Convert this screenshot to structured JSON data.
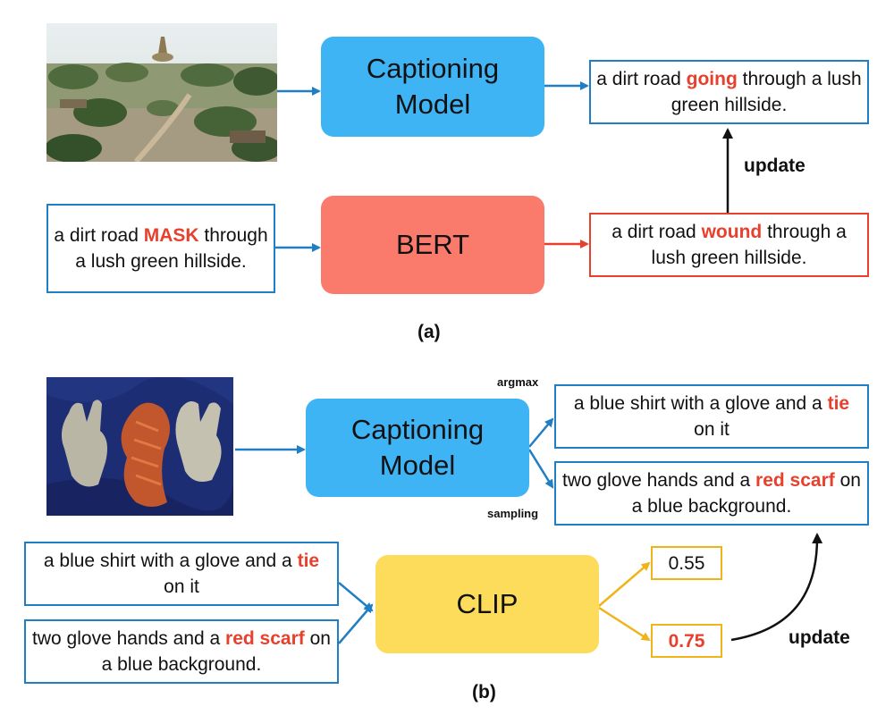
{
  "panel_a": {
    "captioning_model": "Captioning\nModel",
    "caption_out": {
      "pre": "a dirt road ",
      "hl": "going",
      "post": " through a lush green hillside."
    },
    "update_label": "update",
    "masked_input": {
      "pre": "a dirt road ",
      "hl": "MASK",
      "post": " through a lush green hillside."
    },
    "bert_label": "BERT",
    "bert_out": {
      "pre": "a dirt road ",
      "hl": "wound",
      "post": " through a lush green hillside."
    },
    "caption": "(a)"
  },
  "panel_b": {
    "captioning_model": "Captioning\nModel",
    "argmax_label": "argmax",
    "sampling_label": "sampling",
    "argmax_caption": {
      "pre": "a blue shirt with a glove and a ",
      "hl": "tie",
      "post": " on it"
    },
    "sampling_caption": {
      "pre": "two glove hands and a ",
      "hl": "red scarf",
      "post": " on a blue background."
    },
    "clip_in_1": {
      "pre": "a blue shirt with a glove and a ",
      "hl": "tie",
      "post": " on it"
    },
    "clip_in_2": {
      "pre": "two glove hands and a ",
      "hl": "red scarf",
      "post": " on a blue background."
    },
    "clip_label": "CLIP",
    "score_1": "0.55",
    "score_2": "0.75",
    "update_label": "update",
    "caption": "(b)"
  },
  "colors": {
    "blue": "#3fb4f5",
    "red_box": "#fa7b6c",
    "yellow": "#fcdc5a",
    "highlight": "#e8402d",
    "arrow_blue": "#1f7ec4",
    "arrow_yellow": "#f0b419"
  }
}
